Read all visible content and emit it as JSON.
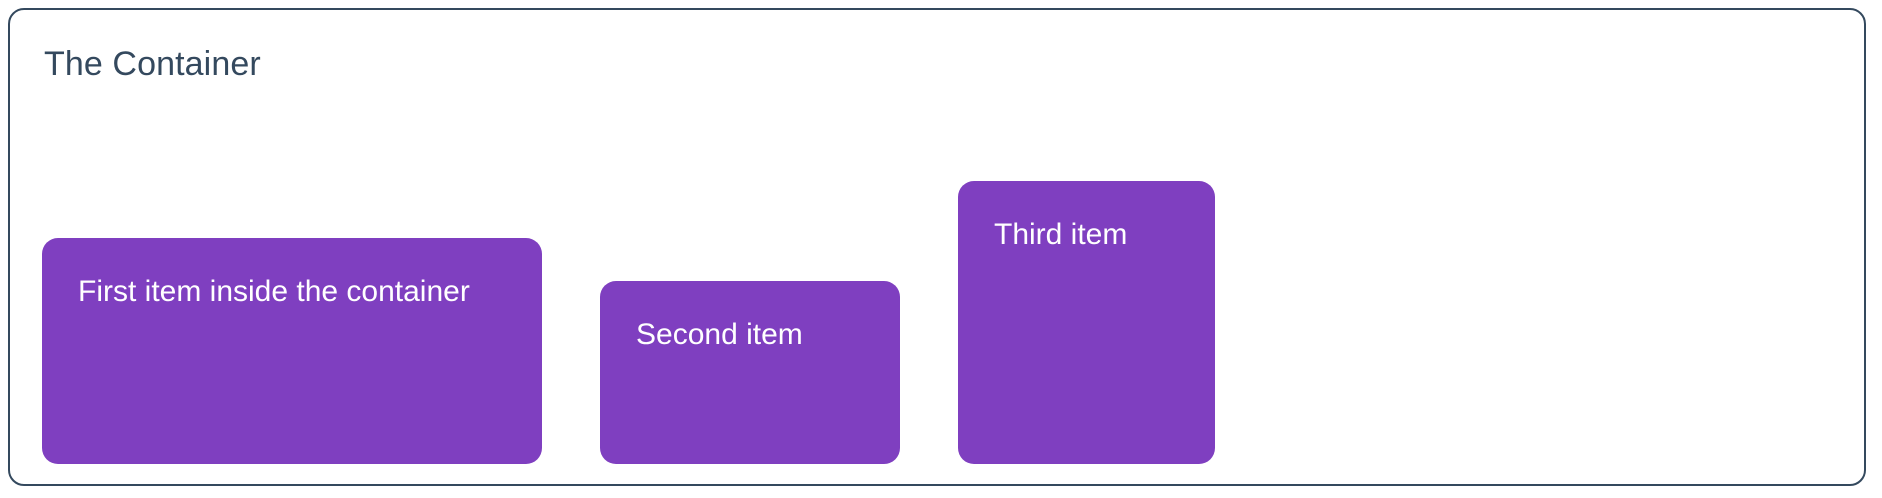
{
  "container": {
    "title": "The Container",
    "border_color": "#34495e",
    "background": "#ffffff",
    "title_color": "#34495e"
  },
  "items": [
    {
      "label": "First item inside the container",
      "color": "#7f3fc0",
      "text_color": "#ffffff"
    },
    {
      "label": "Second item",
      "color": "#7f3fc0",
      "text_color": "#ffffff"
    },
    {
      "label": "Third item",
      "color": "#7f3fc0",
      "text_color": "#ffffff"
    }
  ]
}
